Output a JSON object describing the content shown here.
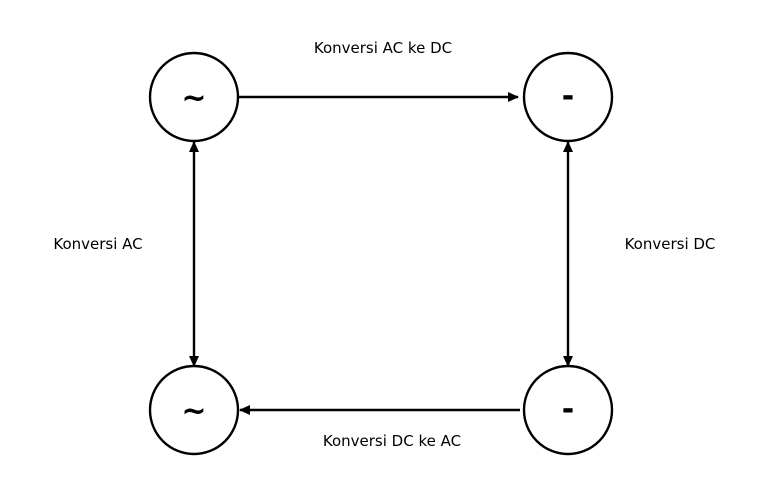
{
  "nodes": {
    "top_left": {
      "symbol": "~"
    },
    "top_right": {
      "symbol": "-"
    },
    "bottom_left": {
      "symbol": "~"
    },
    "bottom_right": {
      "symbol": "-"
    }
  },
  "labels": {
    "top": "Konversi AC ke DC",
    "left": "Konversi AC",
    "right": "Konversi DC",
    "bottom": "Konversi DC ke AC"
  },
  "colors": {
    "stroke": "#000000",
    "background": "#ffffff"
  }
}
